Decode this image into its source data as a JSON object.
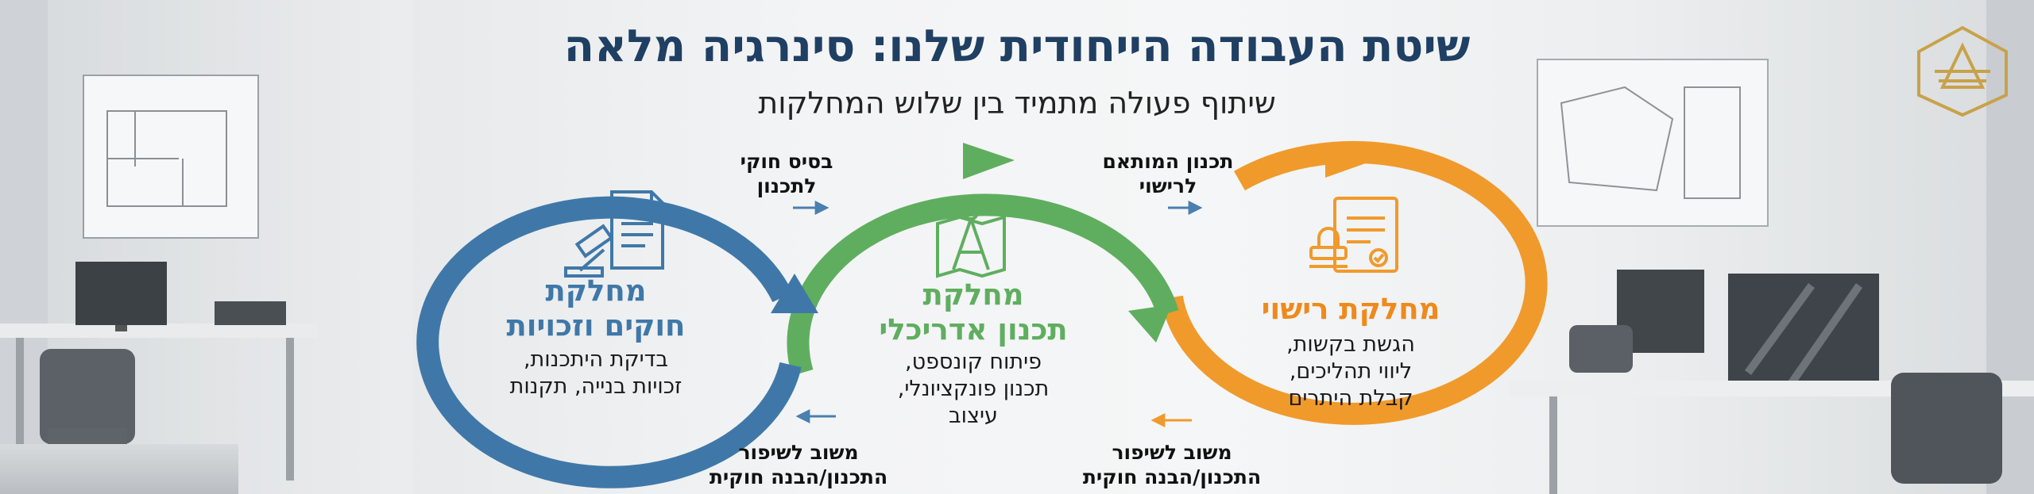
{
  "header": {
    "title": "שיטת העבודה הייחודית שלנו: סינרגיה מלאה",
    "subtitle": "שיתוף פעולה מתמיד בין שלוש המחלקות"
  },
  "departments": {
    "legal": {
      "name_line1": "מחלקת",
      "name_line2": "חוקים וזכויות",
      "desc_line1": "בדיקת היתכנות,",
      "desc_line2": "זכויות בנייה, תקנות",
      "color": "#3f78a8",
      "icon": "gavel-document-icon"
    },
    "architecture": {
      "name_line1": "מחלקת",
      "name_line2": "תכנון אדריכלי",
      "desc_line1": "פיתוח קונספט,",
      "desc_line2": "תכנון פונקציונלי,",
      "desc_line3": "עיצוב",
      "color": "#5fae5f",
      "icon": "compass-blueprint-icon"
    },
    "licensing": {
      "name": "מחלקת רישוי",
      "desc_line1": "הגשת בקשות,",
      "desc_line2": "ליווי תהליכים,",
      "desc_line3": "קבלת היתרים",
      "color": "#f09a2c",
      "name_color": "#ee8a1c",
      "icon": "stamp-certificate-icon"
    }
  },
  "flows": {
    "legal_to_arch": {
      "line1": "בסיס חוקי",
      "line2": "לתכנון"
    },
    "arch_to_licensing": {
      "line1": "תכנון המותאם",
      "line2": "לרישוי"
    },
    "arch_feedback": {
      "line1": "משוב לשיפור",
      "line2": "התכנון/הבנה חוקית"
    },
    "licensing_feedback": {
      "line1": "משוב לשיפור",
      "line2": "התכנון/הבנה חוקית"
    }
  }
}
